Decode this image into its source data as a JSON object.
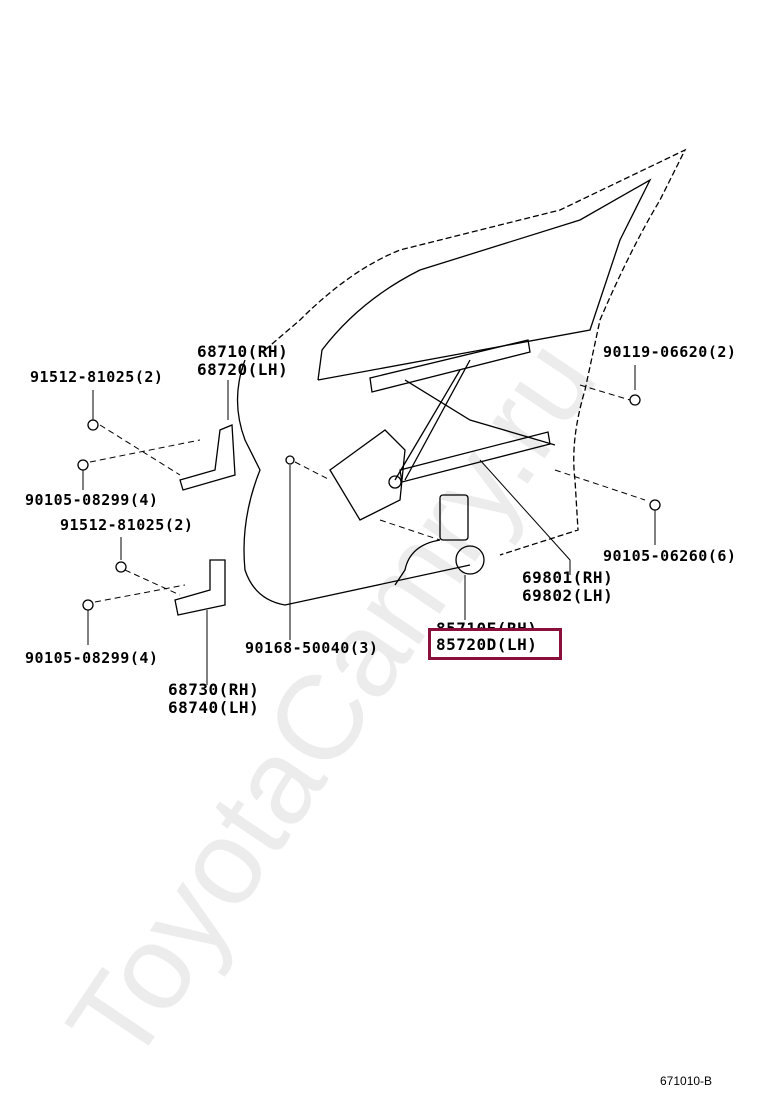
{
  "watermark": "ToyotaCamry.ru",
  "diagram_ref": "671010-B",
  "accent_color": "#8a0f3a",
  "callouts": [
    {
      "id": "hinge-upper",
      "lines": [
        "68710(RH)",
        "68720(LH)"
      ]
    },
    {
      "id": "bolt-upper-left",
      "lines": [
        "91512-81025(2)"
      ]
    },
    {
      "id": "bolt-right-upper",
      "lines": [
        "90119-06620(2)"
      ]
    },
    {
      "id": "bolt-left-mid",
      "lines": [
        "90105-08299(4)"
      ]
    },
    {
      "id": "bolt-lower-left",
      "lines": [
        "91512-81025(2)"
      ]
    },
    {
      "id": "bolt-right-lower",
      "lines": [
        "90105-06260(6)"
      ]
    },
    {
      "id": "regulator",
      "lines": [
        "69801(RH)",
        "69802(LH)"
      ]
    },
    {
      "id": "clip",
      "lines": [
        "90168-50040(3)"
      ]
    },
    {
      "id": "motor",
      "lines": [
        "85710E(RH)",
        "85720D(LH)"
      ],
      "highlighted": "85720D(LH)"
    },
    {
      "id": "bolt-left-lower",
      "lines": [
        "90105-08299(4)"
      ]
    },
    {
      "id": "hinge-lower",
      "lines": [
        "68730(RH)",
        "68740(LH)"
      ]
    }
  ]
}
